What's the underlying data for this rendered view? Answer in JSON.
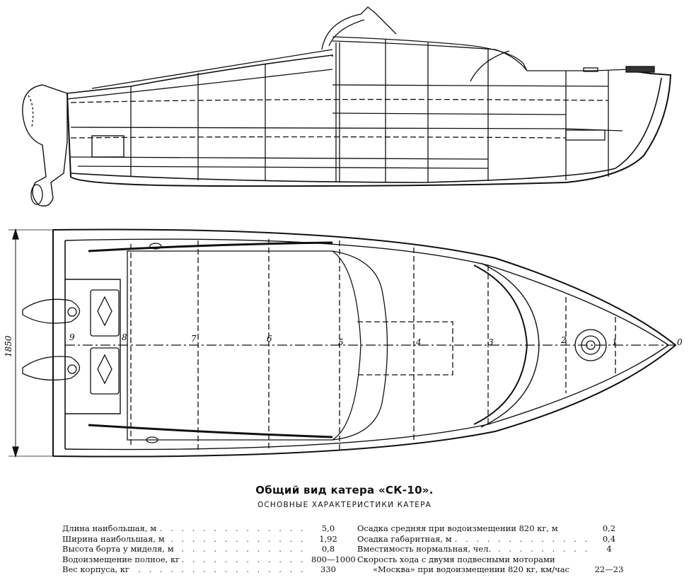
{
  "drawing": {
    "dimension_label": "1850",
    "frames": [
      "0",
      "1",
      "2",
      "3",
      "4",
      "5",
      "6",
      "7",
      "8",
      "9"
    ]
  },
  "caption": {
    "title": "Общий вид катера «СК-10».",
    "subtitle": "ОСНОВНЫЕ ХАРАКТЕРИСТИКИ КАТЕРА"
  },
  "specs_left": [
    {
      "label": "Длина наибольшая, м",
      "value": "5,0"
    },
    {
      "label": "Ширина наибольшая, м",
      "value": "1,92"
    },
    {
      "label": "Высота борта у миделя, м",
      "value": "0,8"
    },
    {
      "label": "Водоизмещение полное, кг",
      "value": "800—1000"
    },
    {
      "label": "Вес корпуса, кг",
      "value": "330"
    }
  ],
  "specs_right": [
    {
      "label": "Осадка средняя при водоизмещении 820 кг, м",
      "value": "0,2"
    },
    {
      "label": "Осадка габаритная, м",
      "value": "0,4"
    },
    {
      "label": "Вместимость нормальная, чел.",
      "value": "4"
    },
    {
      "label": "Скорость хода с двумя подвесными моторами",
      "value": ""
    },
    {
      "label": "«Москва» при водоизмещении 820 кг, км/час",
      "value": "22—23"
    }
  ]
}
